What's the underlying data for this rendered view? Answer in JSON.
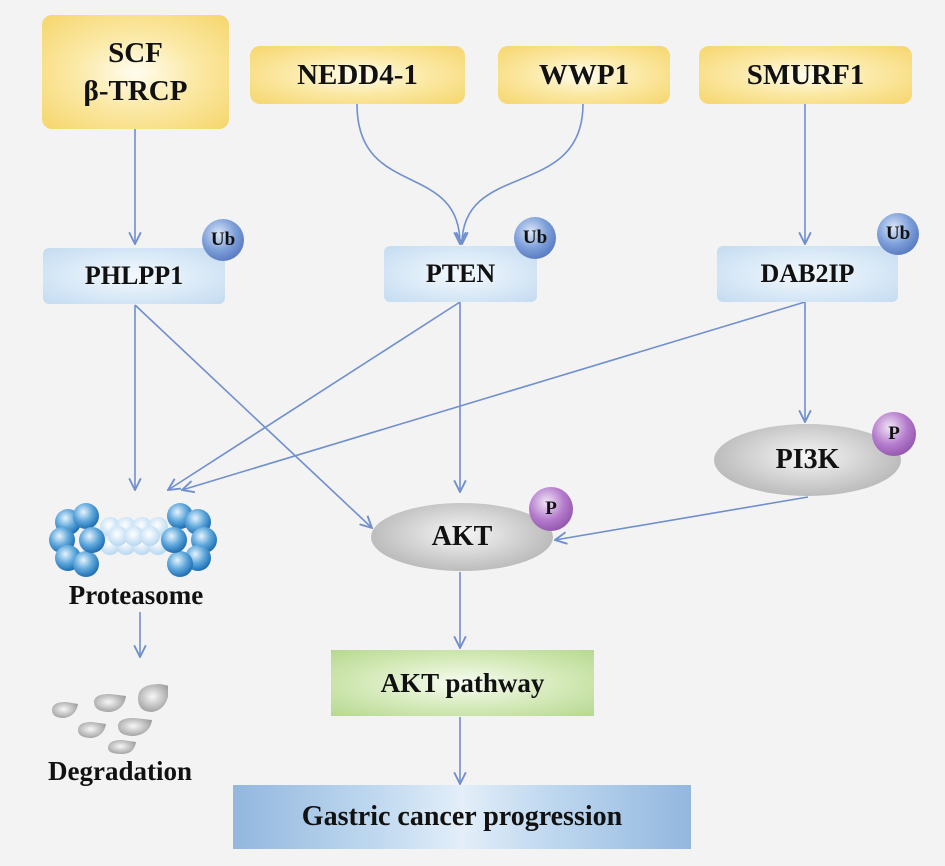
{
  "diagram": {
    "e3_ligases": {
      "scf": "SCF\nβ-TRCP",
      "nedd4": "NEDD4-1",
      "wwp1": "WWP1",
      "smurf1": "SMURF1"
    },
    "substrates": {
      "phlpp1": "PHLPP1",
      "pten": "PTEN",
      "dab2ip": "DAB2IP"
    },
    "modification_badges": {
      "ubiquitin": "Ub",
      "phosphate": "P"
    },
    "kinases": {
      "akt": "AKT",
      "pi3k": "PI3K"
    },
    "outcomes": {
      "proteasome": "Proteasome",
      "degradation": "Degradation",
      "akt_pathway": "AKT pathway",
      "gastric": "Gastric cancer progression"
    },
    "edges": [
      {
        "from": "SCF β-TRCP",
        "to": "PHLPP1"
      },
      {
        "from": "NEDD4-1",
        "to": "PTEN"
      },
      {
        "from": "WWP1",
        "to": "PTEN"
      },
      {
        "from": "SMURF1",
        "to": "DAB2IP"
      },
      {
        "from": "PHLPP1",
        "to": "Proteasome"
      },
      {
        "from": "PHLPP1",
        "to": "AKT"
      },
      {
        "from": "PTEN",
        "to": "Proteasome"
      },
      {
        "from": "PTEN",
        "to": "AKT"
      },
      {
        "from": "DAB2IP",
        "to": "Proteasome"
      },
      {
        "from": "DAB2IP",
        "to": "PI3K"
      },
      {
        "from": "PI3K",
        "to": "AKT"
      },
      {
        "from": "Proteasome",
        "to": "Degradation"
      },
      {
        "from": "AKT",
        "to": "AKT pathway"
      },
      {
        "from": "AKT pathway",
        "to": "Gastric cancer progression"
      }
    ],
    "colors": {
      "e3": "#f6d56c",
      "substrate": "#c3dbf1",
      "ub_badge": "#3d5fae",
      "p_badge": "#7a3b97",
      "arrow": "#6f8fcf",
      "akt_pathway": "#b6d88f",
      "outcome": "#93b7de"
    }
  }
}
